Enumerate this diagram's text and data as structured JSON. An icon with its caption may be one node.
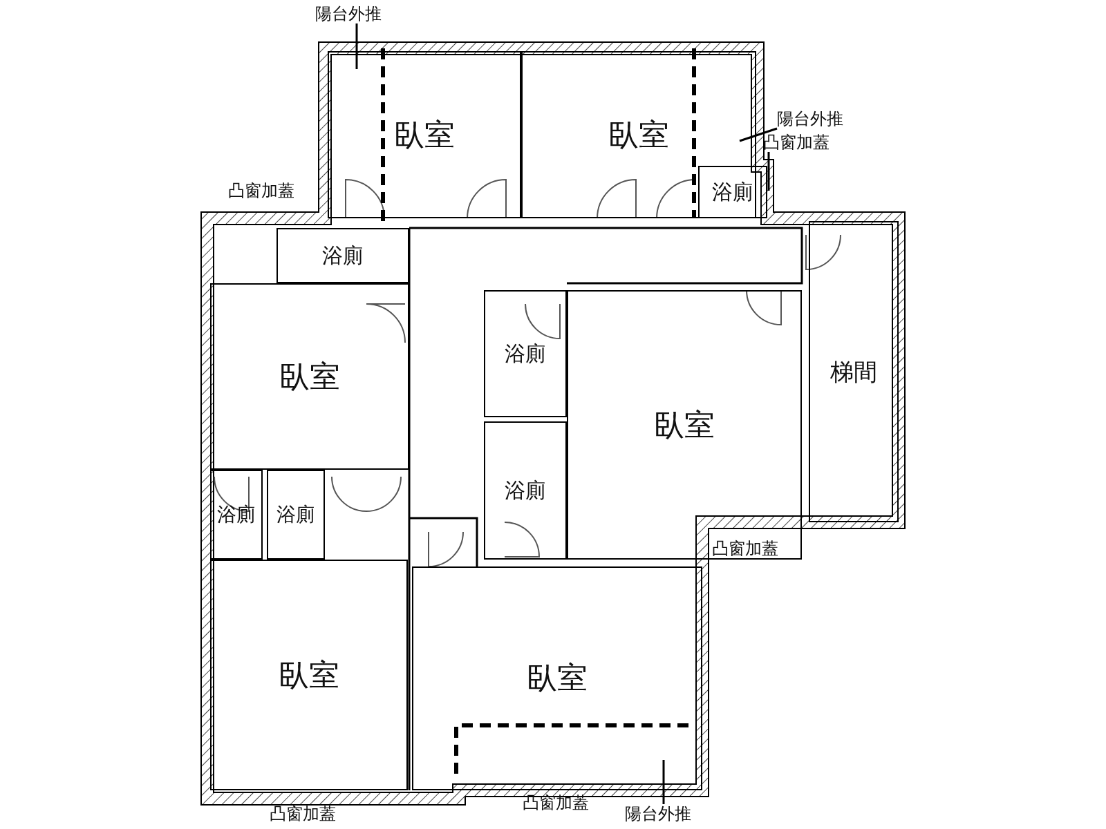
{
  "diagram": {
    "nodes": [
      {
        "text": [
          "陽台外推"
        ]
      },
      {
        "text": [
          "臥室"
        ]
      },
      {
        "text": [
          "臥室"
        ]
      },
      {
        "text": [
          "陽台外推"
        ]
      },
      {
        "text": [
          "凸窗加蓋"
        ]
      },
      {
        "text": [
          "浴廁"
        ]
      },
      {
        "text": [
          "浴廁"
        ]
      },
      {
        "text": [
          "臥室"
        ]
      },
      {
        "text": [
          "浴廁"
        ]
      },
      {
        "text": [
          "臥室"
        ]
      },
      {
        "text": [
          "梯間"
        ]
      },
      {
        "text": [
          "浴廁"
        ]
      },
      {
        "text": [
          "浴廁"
        ]
      },
      {
        "text": [
          "浴廁"
        ]
      },
      {
        "text": [
          "臥室"
        ]
      },
      {
        "text": [
          "臥室"
        ]
      },
      {
        "text": [
          "陽台外推"
        ]
      }
    ],
    "edges": [
      {
        "from": 0,
        "to": 1,
        "arrow": "none"
      },
      {
        "from": 3,
        "to": 2,
        "arrow": "none"
      },
      {
        "from": 4,
        "to": 5,
        "arrow": "none"
      },
      {
        "from": 16,
        "to": 15,
        "arrow": "none"
      }
    ],
    "labels": [
      "凸窗加蓋",
      "凸窗加蓋",
      "凸窗加蓋",
      "凸窗加蓋"
    ]
  }
}
